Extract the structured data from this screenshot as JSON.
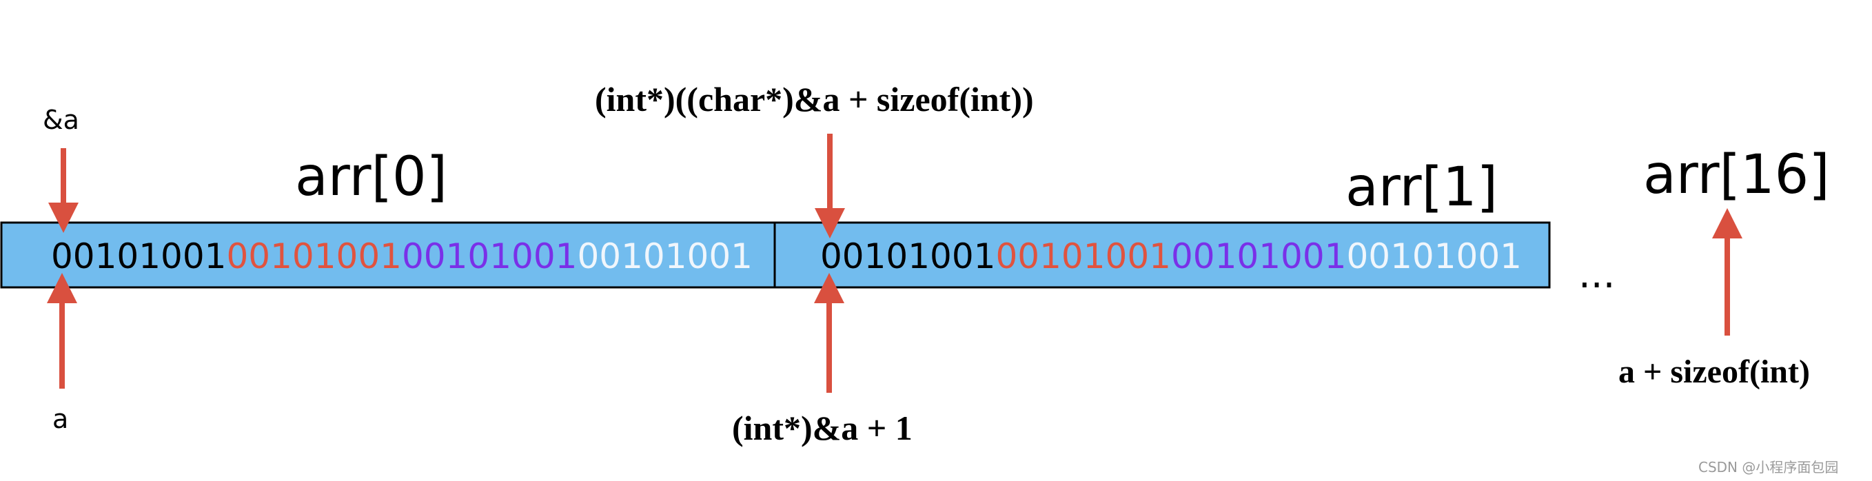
{
  "labels": {
    "addr_of_a": "&a",
    "a": "a",
    "char_cast_expr": "(int*)((char*)&a + sizeof(int))",
    "int_plus_one": "(int*)&a + 1",
    "a_plus_sizeof": "a + sizeof(int)",
    "arr0": "arr[0]",
    "arr1": "arr[1]",
    "arr16": "arr[16]",
    "ellipsis": "...",
    "watermark": "CSDN @小程序面包园"
  },
  "cells": [
    {
      "bytes": [
        {
          "text": "00101001",
          "color": "#000000"
        },
        {
          "text": "00101001",
          "color": "#E0533F"
        },
        {
          "text": "00101001",
          "color": "#7A30E8"
        },
        {
          "text": "00101001",
          "color": "#F0F6FC"
        }
      ]
    },
    {
      "bytes": [
        {
          "text": "00101001",
          "color": "#000000"
        },
        {
          "text": "00101001",
          "color": "#E0533F"
        },
        {
          "text": "00101001",
          "color": "#7A30E8"
        },
        {
          "text": "00101001",
          "color": "#F0F6FC"
        }
      ]
    }
  ],
  "colors": {
    "arrow": "#D9503F",
    "cell_fill": "#72BCEE",
    "cell_border": "#000000"
  }
}
